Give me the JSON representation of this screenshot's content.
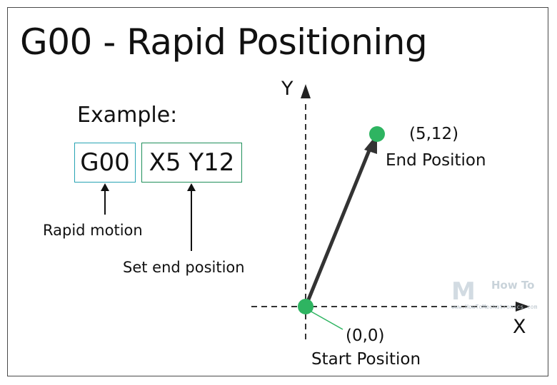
{
  "title": "G00 - Rapid Positioning",
  "example": {
    "label": "Example:",
    "command_code": "G00",
    "command_args": "X5 Y12",
    "command_note": "Rapid motion",
    "args_note": "Set end position"
  },
  "axes": {
    "x_label": "X",
    "y_label": "Y"
  },
  "end_point": {
    "coord": "(5,12)",
    "caption": "End Position"
  },
  "start_point": {
    "coord": "(0,0)",
    "caption": "Start Position"
  },
  "watermark": {
    "logo_letter": "M",
    "line1": "How To",
    "site": "www.HowToMechatronics.com"
  },
  "colors": {
    "point": "#2eb461",
    "motion_arrow": "#333333",
    "g_box_border": "#27a3b3",
    "args_box_border": "#1f8f5a"
  }
}
